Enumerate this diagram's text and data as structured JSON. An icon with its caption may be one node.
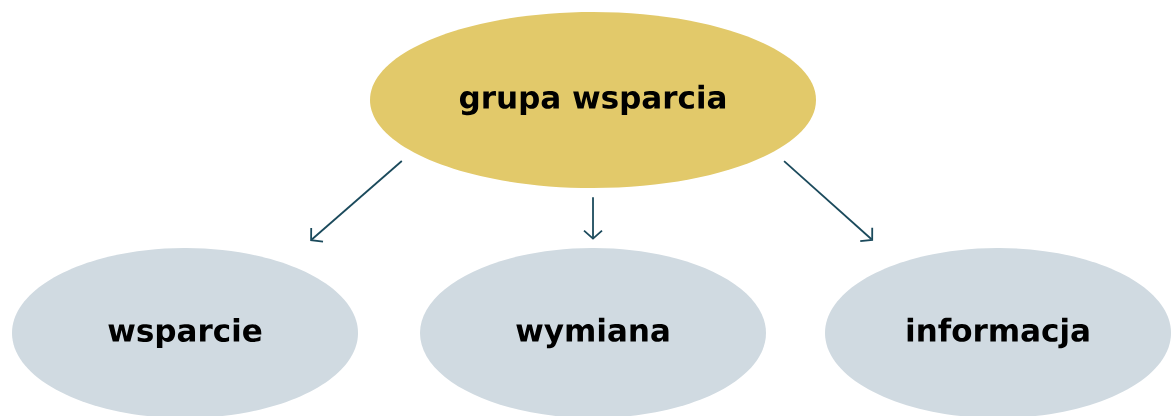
{
  "diagram": {
    "nodes": [
      {
        "text": [
          "grupa wsparcia"
        ]
      },
      {
        "text": [
          "wsparcie"
        ]
      },
      {
        "text": [
          "wymiana"
        ]
      },
      {
        "text": [
          "informacja"
        ]
      }
    ],
    "edges": [
      {
        "from": 0,
        "to": 1,
        "arrow": "to"
      },
      {
        "from": 0,
        "to": 2,
        "arrow": "to"
      },
      {
        "from": 0,
        "to": 3,
        "arrow": "to"
      }
    ]
  }
}
